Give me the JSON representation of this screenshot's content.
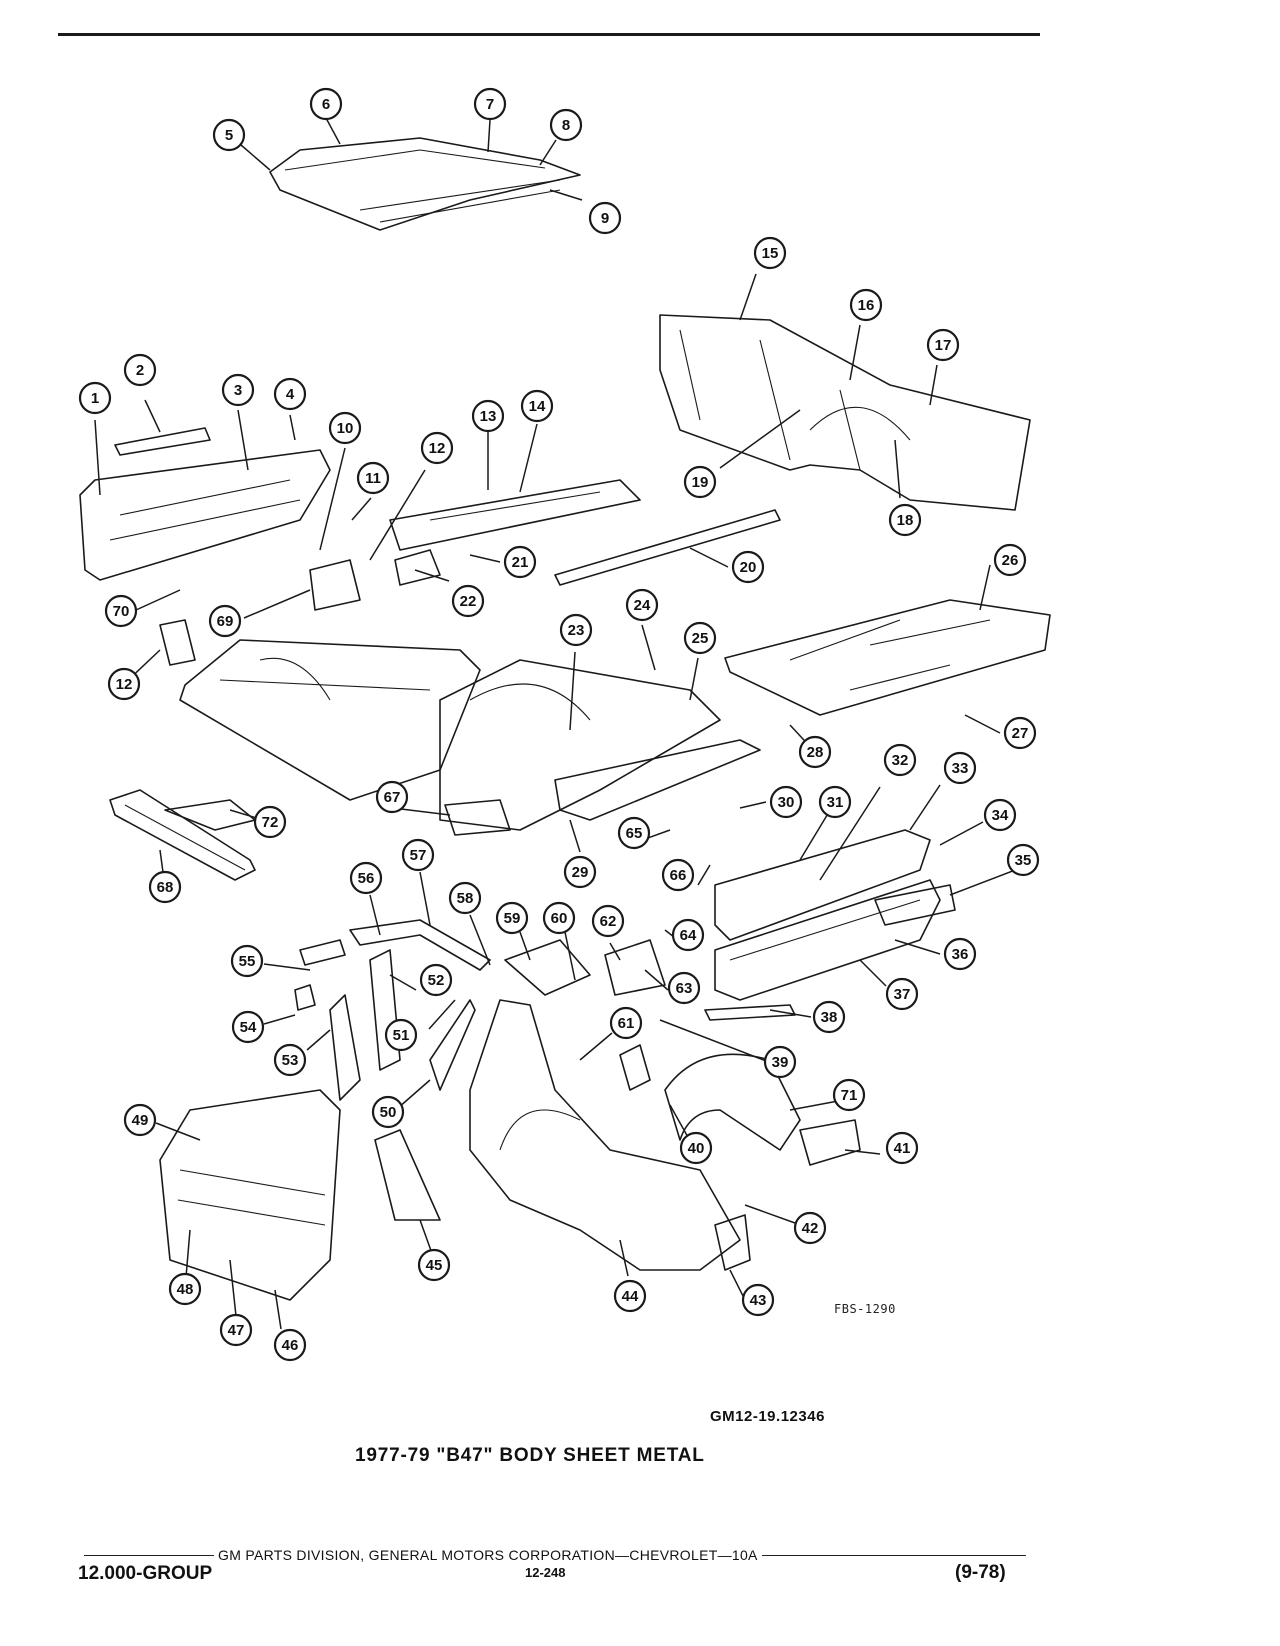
{
  "figure": {
    "code": "FBS-1290",
    "ref_number": "GM12-19.12346",
    "title": "1977-79 \"B47\" BODY SHEET METAL",
    "callouts": [
      "1",
      "2",
      "3",
      "4",
      "5",
      "6",
      "7",
      "8",
      "9",
      "10",
      "11",
      "12",
      "12",
      "13",
      "14",
      "15",
      "16",
      "17",
      "18",
      "19",
      "20",
      "21",
      "22",
      "23",
      "24",
      "25",
      "26",
      "27",
      "28",
      "29",
      "30",
      "31",
      "32",
      "33",
      "34",
      "35",
      "36",
      "37",
      "38",
      "39",
      "40",
      "41",
      "42",
      "43",
      "44",
      "45",
      "46",
      "47",
      "48",
      "49",
      "50",
      "51",
      "52",
      "53",
      "54",
      "55",
      "56",
      "57",
      "58",
      "59",
      "60",
      "61",
      "62",
      "63",
      "64",
      "65",
      "66",
      "67",
      "68",
      "69",
      "70",
      "71",
      "72"
    ]
  },
  "footer": {
    "division": "GM PARTS DIVISION, GENERAL MOTORS CORPORATION—CHEVROLET—10A",
    "group": "12.000-GROUP",
    "page": "12-248",
    "date_code": "(9-78)"
  }
}
